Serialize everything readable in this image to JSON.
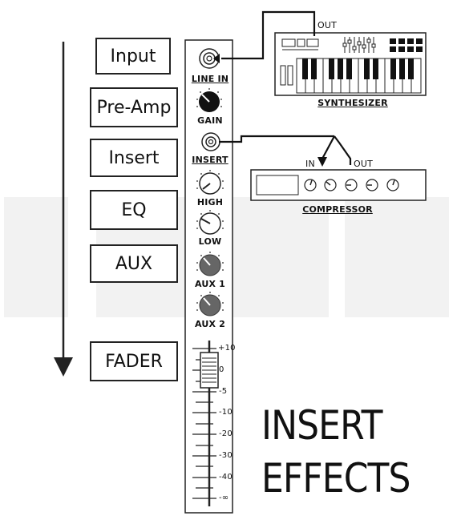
{
  "signal_flow": {
    "stages": [
      "Input",
      "Pre-Amp",
      "Insert",
      "EQ",
      "AUX",
      "FADER"
    ]
  },
  "channel_strip": {
    "line_in": "LINE IN",
    "gain": "GAIN",
    "insert": "INSERT",
    "high": "HIGH",
    "low": "LOW",
    "aux1": "AUX 1",
    "aux2": "AUX 2",
    "fader_scale": [
      "+10",
      "0",
      "-5",
      "-10",
      "-20",
      "-30",
      "-40",
      "-∞"
    ]
  },
  "synthesizer": {
    "label": "SYNTHESIZER",
    "out": "OUT"
  },
  "compressor": {
    "label": "COMPRESSOR",
    "in": "IN",
    "out": "OUT"
  },
  "title": {
    "line1": "INSERT",
    "line2": "EFFECTS"
  }
}
